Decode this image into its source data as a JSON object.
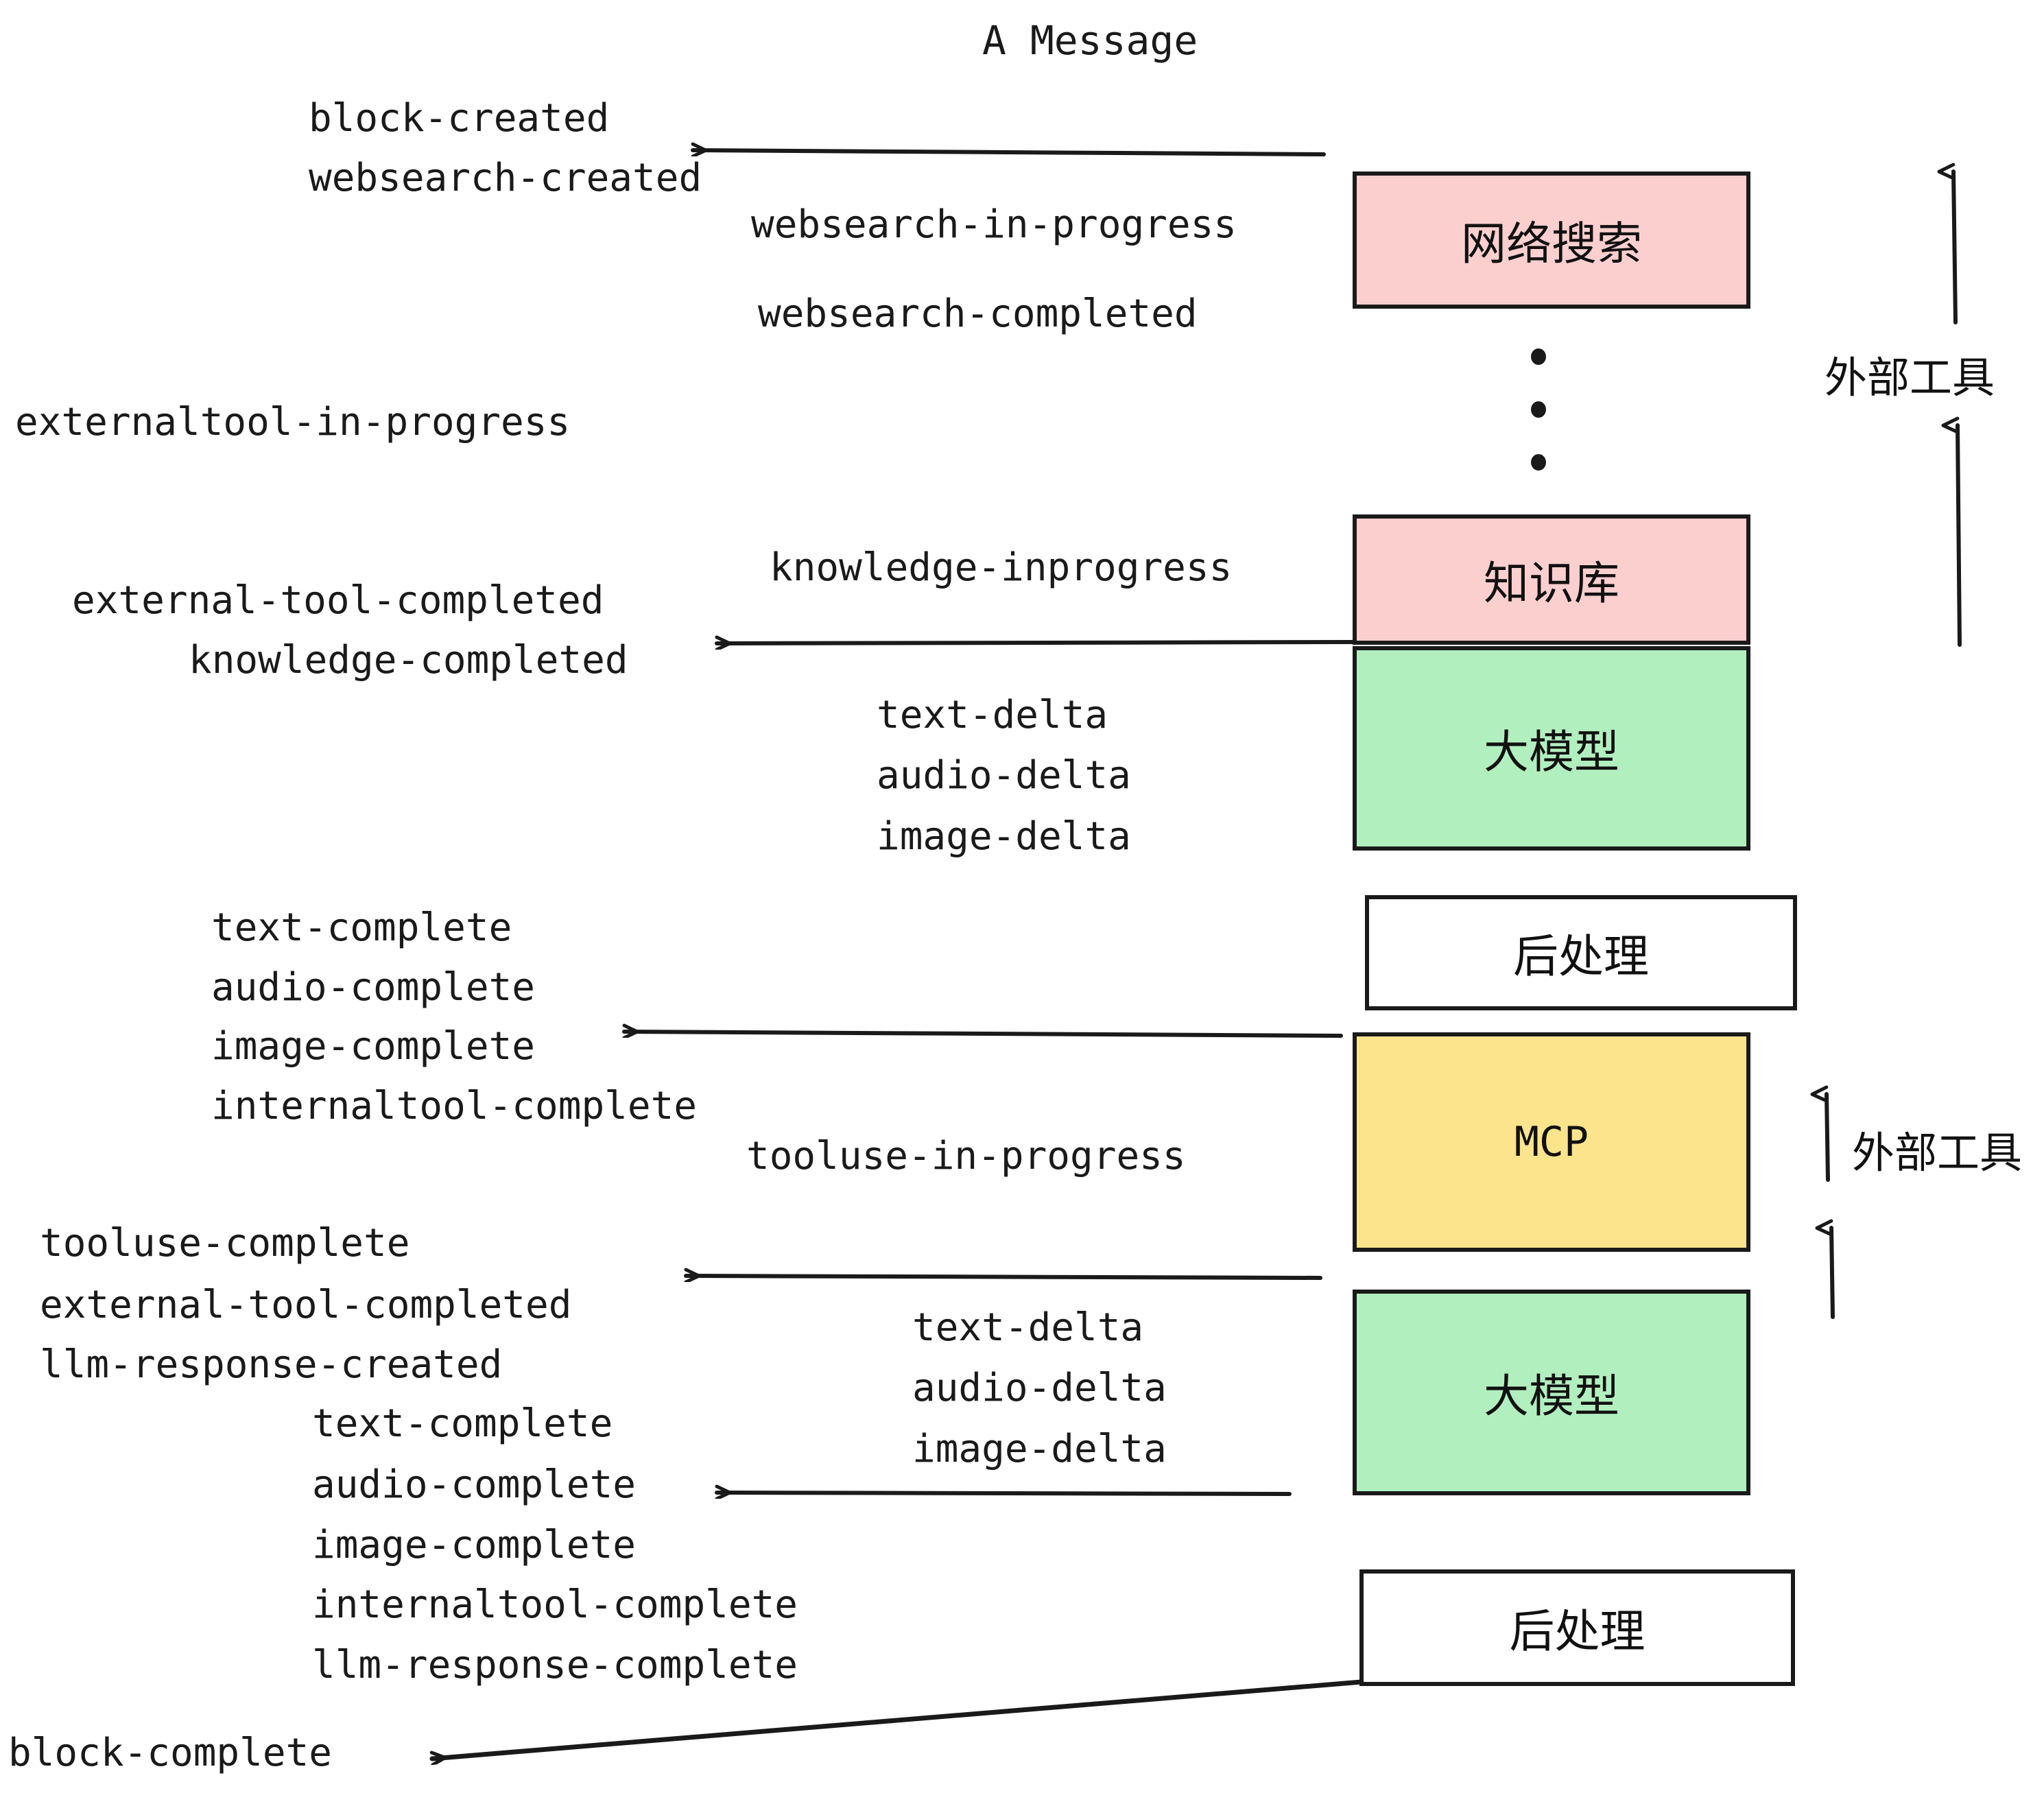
{
  "title": "A Message",
  "colors": {
    "pink": "#fccfcf",
    "green": "#b2efbf",
    "yellow": "#fbe48c",
    "white": "#ffffff",
    "stroke": "#1a1a1a"
  },
  "boxes": [
    {
      "id": "websearch",
      "label": "网络搜索",
      "fill": "pink"
    },
    {
      "id": "knowledge",
      "label": "知识库",
      "fill": "pink"
    },
    {
      "id": "llm-1",
      "label": "大模型",
      "fill": "green"
    },
    {
      "id": "postprocess-1",
      "label": "后处理",
      "fill": "white"
    },
    {
      "id": "mcp",
      "label": "MCP",
      "fill": "yellow"
    },
    {
      "id": "llm-2",
      "label": "大模型",
      "fill": "green"
    },
    {
      "id": "postprocess-2",
      "label": "后处理",
      "fill": "white"
    }
  ],
  "side_labels": [
    {
      "id": "external-tools-top",
      "label": "外部工具"
    },
    {
      "id": "external-tools-bottom",
      "label": "外部工具"
    }
  ],
  "events": {
    "block_created": "block-created",
    "websearch_created": "websearch-created",
    "websearch_in_progress": "websearch-in-progress",
    "websearch_completed": "websearch-completed",
    "externaltool_in_progress": "externaltool-in-progress",
    "knowledge_inprogress": "knowledge-inprogress",
    "external_tool_completed_1": "external-tool-completed",
    "knowledge_completed": "knowledge-completed",
    "text_delta_1": "text-delta",
    "audio_delta_1": "audio-delta",
    "image_delta_1": "image-delta",
    "text_complete_1": "text-complete",
    "audio_complete_1": "audio-complete",
    "image_complete_1": "image-complete",
    "internaltool_complete_1": "internaltool-complete",
    "tooluse_in_progress": "tooluse-in-progress",
    "tooluse_complete": "tooluse-complete",
    "external_tool_completed_2": "external-tool-completed",
    "llm_response_created": "llm-response-created",
    "text_delta_2": "text-delta",
    "audio_delta_2": "audio-delta",
    "image_delta_2": "image-delta",
    "text_complete_2": "text-complete",
    "audio_complete_2": "audio-complete",
    "image_complete_2": "image-complete",
    "internaltool_complete_2": "internaltool-complete",
    "llm_response_complete": "llm-response-complete",
    "block_complete": "block-complete"
  }
}
